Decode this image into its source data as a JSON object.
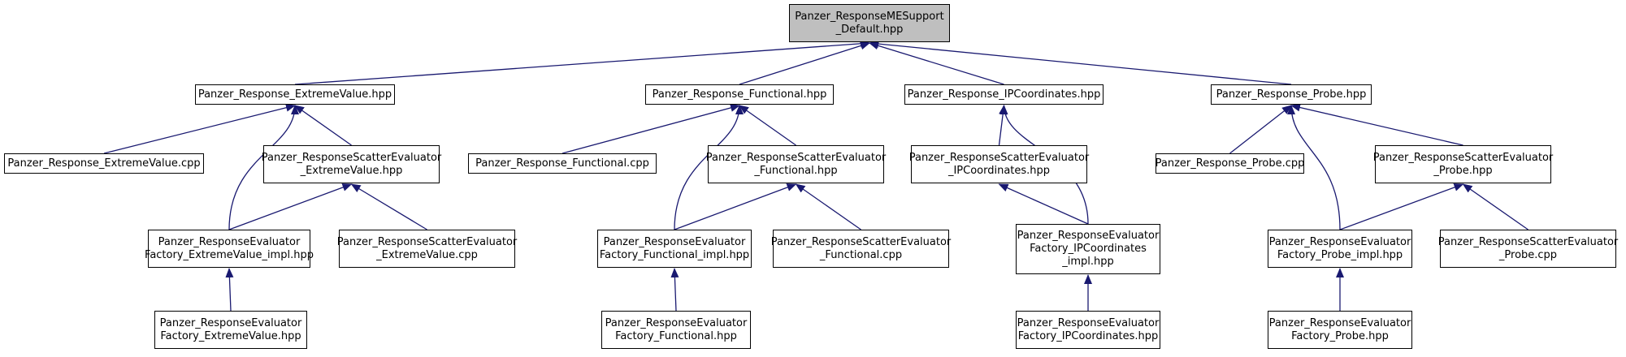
{
  "colors": {
    "edge": "#191970",
    "border": "#000000",
    "root_fill": "#bfbfbf",
    "node_fill": "#ffffff"
  },
  "nodes": {
    "root": [
      "Panzer_ResponseMESupport",
      "_Default.hpp"
    ],
    "ext_hpp": [
      "Panzer_Response_ExtremeValue.hpp"
    ],
    "fun_hpp": [
      "Panzer_Response_Functional.hpp"
    ],
    "ipc_hpp": [
      "Panzer_Response_IPCoordinates.hpp"
    ],
    "prb_hpp": [
      "Panzer_Response_Probe.hpp"
    ],
    "ext_cpp": [
      "Panzer_Response_ExtremeValue.cpp"
    ],
    "ext_scat": [
      "Panzer_ResponseScatterEvaluator",
      "_ExtremeValue.hpp"
    ],
    "fun_cpp": [
      "Panzer_Response_Functional.cpp"
    ],
    "fun_scat": [
      "Panzer_ResponseScatterEvaluator",
      "_Functional.hpp"
    ],
    "ipc_scat": [
      "Panzer_ResponseScatterEvaluator",
      "_IPCoordinates.hpp"
    ],
    "prb_cpp": [
      "Panzer_Response_Probe.cpp"
    ],
    "prb_scat": [
      "Panzer_ResponseScatterEvaluator",
      "_Probe.hpp"
    ],
    "ext_impl": [
      "Panzer_ResponseEvaluator",
      "Factory_ExtremeValue_impl.hpp"
    ],
    "ext_scat_cpp": [
      "Panzer_ResponseScatterEvaluator",
      "_ExtremeValue.cpp"
    ],
    "fun_impl": [
      "Panzer_ResponseEvaluator",
      "Factory_Functional_impl.hpp"
    ],
    "fun_scat_cpp": [
      "Panzer_ResponseScatterEvaluator",
      "_Functional.cpp"
    ],
    "ipc_impl": [
      "Panzer_ResponseEvaluator",
      "Factory_IPCoordinates",
      "_impl.hpp"
    ],
    "prb_impl": [
      "Panzer_ResponseEvaluator",
      "Factory_Probe_impl.hpp"
    ],
    "prb_scat_cpp": [
      "Panzer_ResponseScatterEvaluator",
      "_Probe.cpp"
    ],
    "ext_fac": [
      "Panzer_ResponseEvaluator",
      "Factory_ExtremeValue.hpp"
    ],
    "fun_fac": [
      "Panzer_ResponseEvaluator",
      "Factory_Functional.hpp"
    ],
    "ipc_fac": [
      "Panzer_ResponseEvaluator",
      "Factory_IPCoordinates.hpp"
    ],
    "prb_fac": [
      "Panzer_ResponseEvaluator",
      "Factory_Probe.hpp"
    ]
  },
  "edges": [
    [
      "ext_hpp",
      "root"
    ],
    [
      "fun_hpp",
      "root"
    ],
    [
      "ipc_hpp",
      "root"
    ],
    [
      "prb_hpp",
      "root"
    ],
    [
      "ext_cpp",
      "ext_hpp"
    ],
    [
      "ext_impl",
      "ext_hpp"
    ],
    [
      "ext_scat",
      "ext_hpp"
    ],
    [
      "ext_impl",
      "ext_scat"
    ],
    [
      "ext_scat_cpp",
      "ext_scat"
    ],
    [
      "ext_fac",
      "ext_impl"
    ],
    [
      "fun_cpp",
      "fun_hpp"
    ],
    [
      "fun_impl",
      "fun_hpp"
    ],
    [
      "fun_scat",
      "fun_hpp"
    ],
    [
      "fun_impl",
      "fun_scat"
    ],
    [
      "fun_scat_cpp",
      "fun_scat"
    ],
    [
      "fun_fac",
      "fun_impl"
    ],
    [
      "ipc_scat",
      "ipc_hpp"
    ],
    [
      "ipc_impl",
      "ipc_hpp"
    ],
    [
      "ipc_impl",
      "ipc_scat"
    ],
    [
      "ipc_fac",
      "ipc_impl"
    ],
    [
      "prb_cpp",
      "prb_hpp"
    ],
    [
      "prb_impl",
      "prb_hpp"
    ],
    [
      "prb_scat",
      "prb_hpp"
    ],
    [
      "prb_impl",
      "prb_scat"
    ],
    [
      "prb_scat_cpp",
      "prb_scat"
    ],
    [
      "prb_fac",
      "prb_impl"
    ]
  ]
}
